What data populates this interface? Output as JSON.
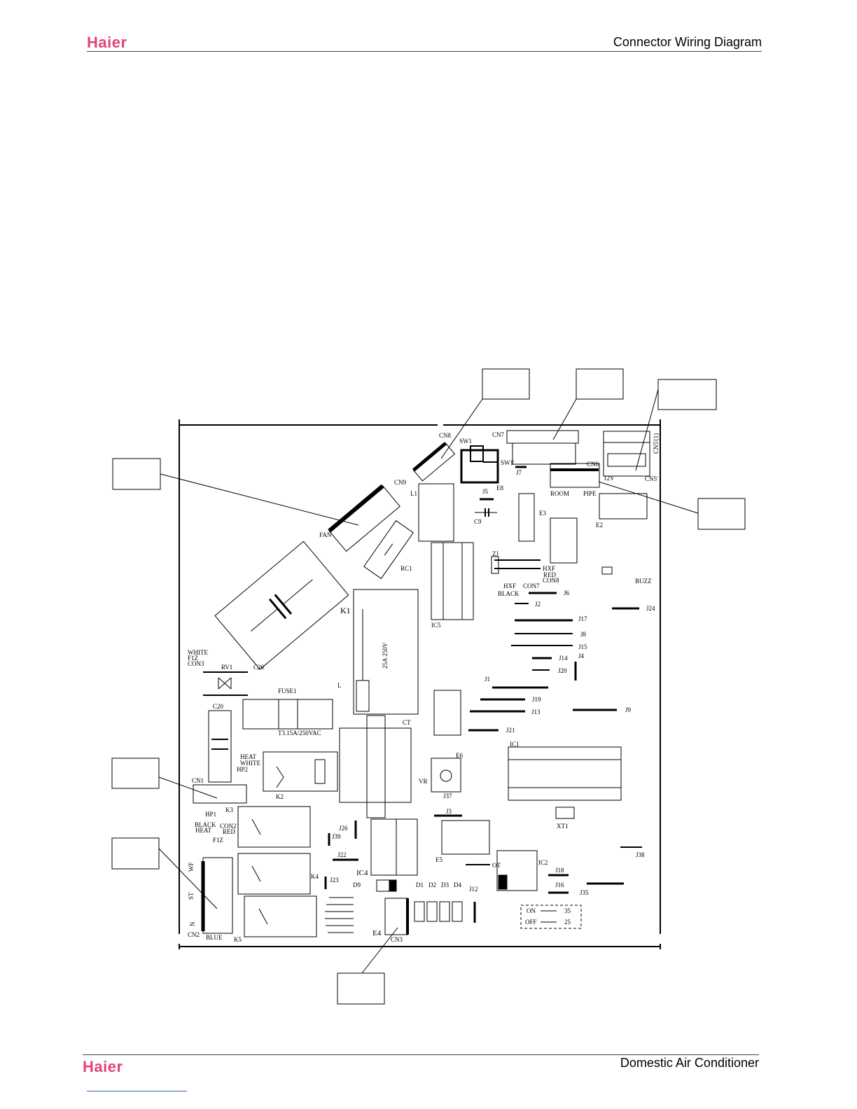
{
  "header": {
    "logo_text": "Haier",
    "title": "Connector Wiring Diagram"
  },
  "footer": {
    "logo_text": "Haier",
    "title": "Domestic Air Conditioner"
  },
  "colors": {
    "brand": "#e0457b",
    "line": "#000000"
  },
  "labels": {
    "cn8": "CN8",
    "sw1": "SW1",
    "cn7": "CN7",
    "cn6": "CN6",
    "cn5_1": "CN5'(1)",
    "cn5": "CN5'",
    "sw1p": "SW1'",
    "j7": "J7",
    "v12": "12V",
    "e8": "E8",
    "cn9": "CN9",
    "l1": "L1",
    "j5": "J5",
    "c9": "C9",
    "e3": "E3",
    "room": "ROOM",
    "pipe": "PIPE",
    "e2": "E2",
    "fan": "FAN",
    "rc1": "RC1",
    "zj": "ZJ",
    "hxf_red": "HXF",
    "red": "RED",
    "con8": "CON8",
    "hxf_black": "HXF",
    "con7": "CON7",
    "black": "BLACK",
    "buzz": "BUZZ",
    "j6": "J6",
    "j2": "J2",
    "j24": "J24",
    "k1": "K1",
    "ic5": "IC5",
    "j17": "J17",
    "j8": "J8",
    "j15": "J15",
    "j14": "J14",
    "j4": "J4",
    "j20": "J20",
    "white": "WHITE",
    "f1z": "F1Z",
    "con3": "CON3",
    "rv1": "RV1",
    "c26": "C26",
    "l": "L",
    "relay_rating": "25A 250V",
    "j1": "J1",
    "fuse1": "FUSE1",
    "j19": "J19",
    "j13": "J13",
    "j9": "J9",
    "c20": "C20",
    "fuse_rating": "T3.15A/250VAC",
    "ct": "CT",
    "j21": "J21",
    "e6": "E6",
    "ic1": "IC1",
    "heat": "HEAT",
    "white2": "WHITE",
    "hp2": "HP2",
    "cn1": "CN1",
    "k2": "K2",
    "vr": "VR",
    "j37": "J37",
    "k3": "K3",
    "hp1": "HP1",
    "black2": "BLACK",
    "heat2": "HEAT",
    "con2": "CON2",
    "red2": "RED",
    "f1z2": "F1Z",
    "j26": "J26",
    "j39": "J39",
    "j3": "J3",
    "xt1": "XT1",
    "j22": "J22",
    "e5": "E5",
    "j38": "J38",
    "ic2": "IC2",
    "ot": "OT",
    "j18": "J18",
    "wf": "WF",
    "st": "ST",
    "n": "N",
    "k4": "K4",
    "j23": "J23",
    "ic4": "IC4",
    "d9": "D9",
    "d1": "D1",
    "d2": "D2",
    "d3": "D3",
    "d4": "D4",
    "j12": "J12",
    "j16": "J16",
    "j35": "J35",
    "on": "ON",
    "v35": "35",
    "off": "OFF",
    "v25": "25",
    "cn2": "CN2",
    "blue": "BLUE",
    "k5": "K5",
    "e4": "E4",
    "cn3": "CN3"
  }
}
